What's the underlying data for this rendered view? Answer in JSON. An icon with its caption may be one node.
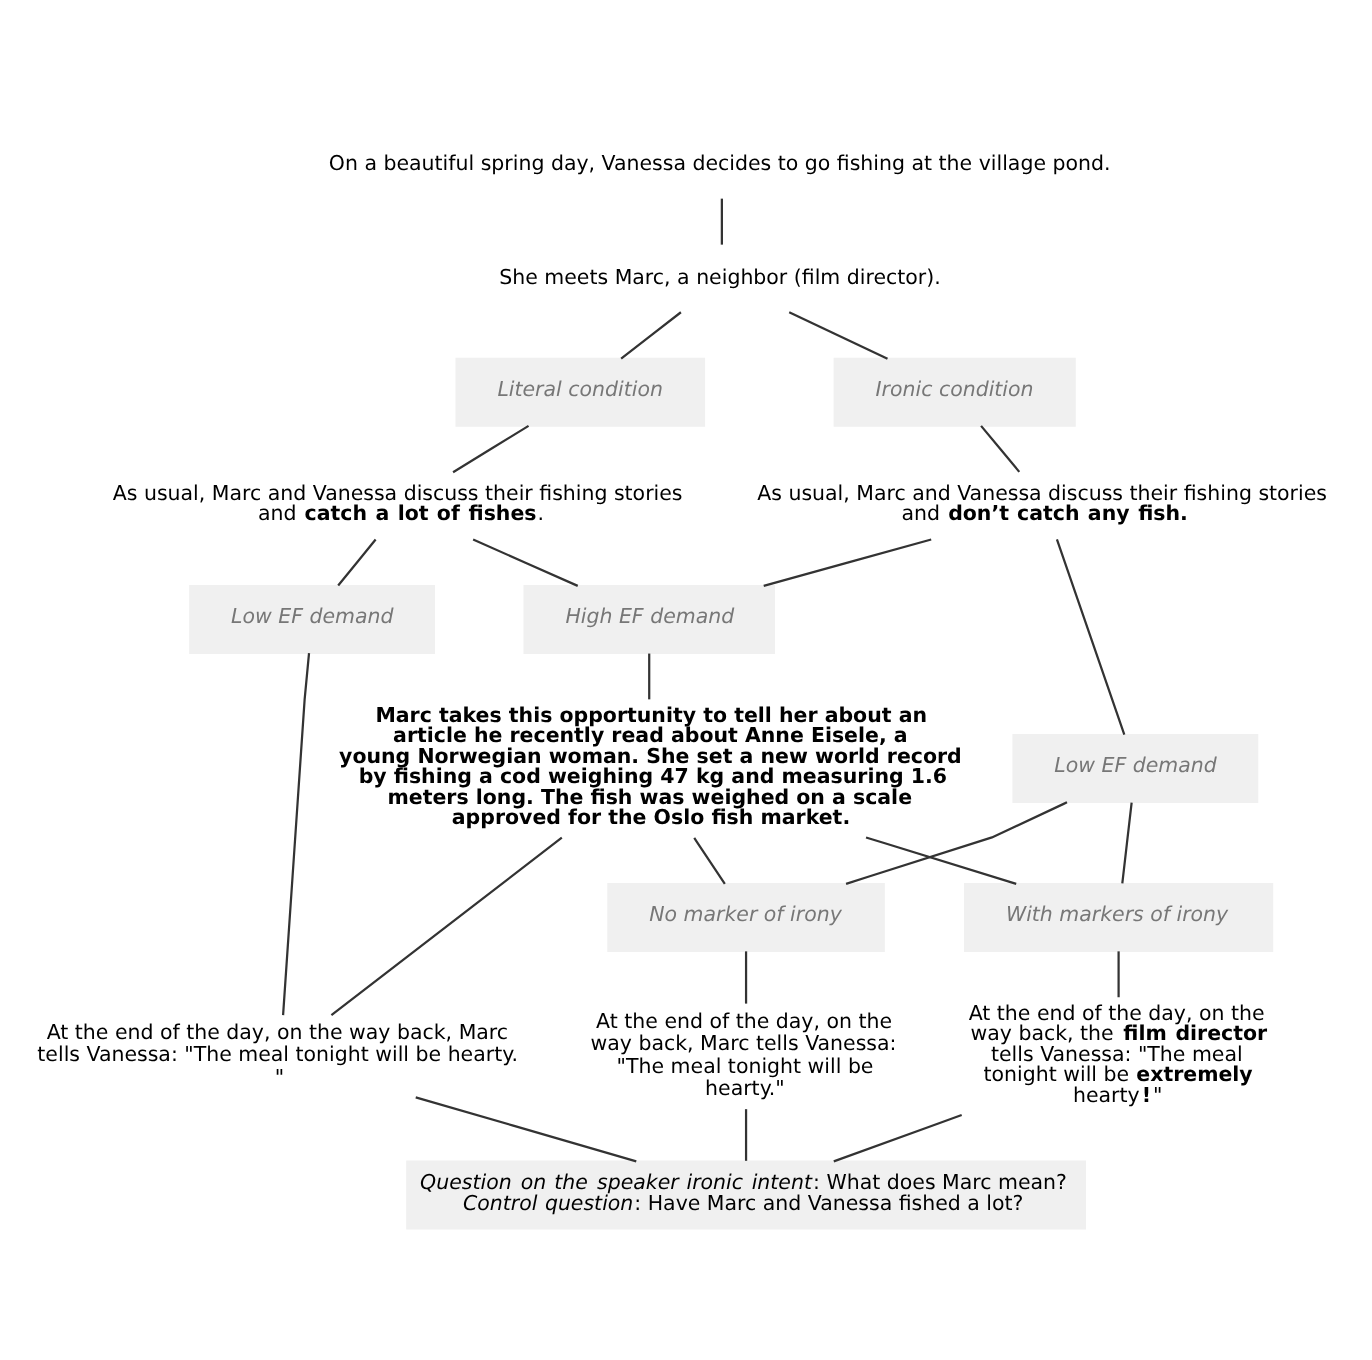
{
  "diagram": {
    "nodes": [
      {
        "text": [
          "On a beautiful spring day, Vanessa decides to go fishing at the village pond."
        ]
      },
      {
        "text": [
          "She meets Marc, a neighbor (film director)."
        ]
      },
      {
        "text": [
          "Literal condition"
        ]
      },
      {
        "text": [
          "Ironic condition"
        ]
      },
      {
        "text": [
          "As usual, Marc and Vanessa discuss their fishing stories and **catch a lot of fishes**."
        ]
      },
      {
        "text": [
          "As usual, Marc and Vanessa discuss their fishing stories and **don’t catch any fish.**"
        ]
      },
      {
        "text": [
          "Low EF demand"
        ]
      },
      {
        "text": [
          "High EF demand"
        ]
      },
      {
        "text": [
          "Low EF demand"
        ]
      },
      {
        "text": [
          "Marc takes this opportunity to tell her about an article he recently read about Anne Eisele, a young Norwegian woman. She set a new world record by fishing a cod weighing 47 kg and measuring 1.6 meters long. The fish was weighed on a scale approved for the Oslo fish market."
        ]
      },
      {
        "text": [
          "No marker of irony"
        ]
      },
      {
        "text": [
          "With markers of irony"
        ]
      },
      {
        "text": [
          "At the end of the day, on the way back, Marc tells Vanessa: \"The meal tonight will be hearty. \""
        ]
      },
      {
        "text": [
          "At the end of the day, on the way back, Marc tells Vanessa: \"The meal tonight will be hearty.\""
        ]
      },
      {
        "text": [
          "At the end of the day, on the way back, the **film director** tells Vanessa: \"The meal tonight will be **extremely** hearty**!**\""
        ]
      },
      {
        "text": [
          "*Question on the speaker ironic intent*: What does Marc mean?",
          "*Control question*: Have Marc and Vanessa fished a lot?"
        ]
      }
    ],
    "edges": [
      {
        "from": 0,
        "to": 1,
        "arrow": "none"
      },
      {
        "from": 1,
        "to": 2,
        "arrow": "none"
      },
      {
        "from": 1,
        "to": 3,
        "arrow": "none"
      },
      {
        "from": 2,
        "to": 4,
        "arrow": "none"
      },
      {
        "from": 3,
        "to": 5,
        "arrow": "none"
      },
      {
        "from": 4,
        "to": 6,
        "arrow": "none"
      },
      {
        "from": 4,
        "to": 7,
        "arrow": "none"
      },
      {
        "from": 5,
        "to": 7,
        "arrow": "none"
      },
      {
        "from": 5,
        "to": 8,
        "arrow": "none"
      },
      {
        "from": 7,
        "to": 9,
        "arrow": "none"
      },
      {
        "from": 6,
        "to": 12,
        "arrow": "none"
      },
      {
        "from": 9,
        "to": 12,
        "arrow": "none"
      },
      {
        "from": 9,
        "to": 10,
        "arrow": "none"
      },
      {
        "from": 9,
        "to": 11,
        "arrow": "none"
      },
      {
        "from": 8,
        "to": 10,
        "arrow": "none"
      },
      {
        "from": 8,
        "to": 11,
        "arrow": "none"
      },
      {
        "from": 10,
        "to": 13,
        "arrow": "none"
      },
      {
        "from": 11,
        "to": 14,
        "arrow": "none"
      },
      {
        "from": 12,
        "to": 15,
        "arrow": "none"
      },
      {
        "from": 13,
        "to": 15,
        "arrow": "none"
      },
      {
        "from": 14,
        "to": 15,
        "arrow": "none"
      }
    ]
  }
}
